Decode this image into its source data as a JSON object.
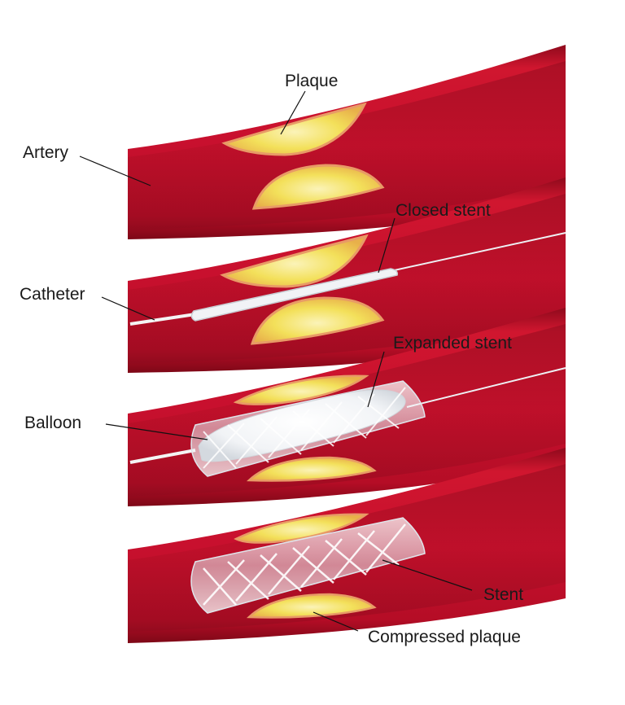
{
  "labels": {
    "plaque": "Plaque",
    "artery": "Artery",
    "closed_stent": "Closed stent",
    "catheter": "Catheter",
    "expanded_stent": "Expanded stent",
    "balloon": "Balloon",
    "stent": "Stent",
    "compressed_plaque": "Compressed plaque"
  },
  "colors": {
    "artery_wall": "#c8102e",
    "artery_dark": "#8e0a1c",
    "lumen": "#a50d22",
    "plaque_yellow": "#f3e05a",
    "plaque_light": "#fbf3b8",
    "plaque_edge": "#e8a26a",
    "stent": "#e9edf2",
    "balloon": "#f7f8fa"
  }
}
